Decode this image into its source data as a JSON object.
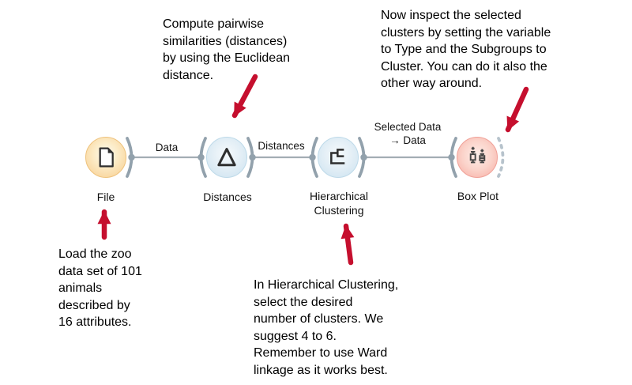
{
  "app": {
    "name": "Orange workflow canvas",
    "background": "#ffffff"
  },
  "colors": {
    "arrow_red": "#c50f2e",
    "port_gray": "#92a1ac",
    "link_gray": "#a3adb4",
    "widget_orange": "#f8cd8d",
    "widget_blue": "#cbe2f0",
    "widget_pink": "#f7aba1",
    "icon_dark": "#2f2f2f",
    "text_black": "#000000"
  },
  "workflow": {
    "widgets": [
      {
        "name": "File",
        "label": "File",
        "icon": "file-icon",
        "color": "orange"
      },
      {
        "name": "Distances",
        "label": "Distances",
        "icon": "delta-icon",
        "color": "blue"
      },
      {
        "name": "Hierarchical Clustering",
        "label": "Hierarchical\nClustering",
        "icon": "dendrogram-icon",
        "color": "blue"
      },
      {
        "name": "Box Plot",
        "label": "Box Plot",
        "icon": "boxplot-icon",
        "color": "pink"
      }
    ],
    "links": [
      {
        "from": "File",
        "to": "Distances",
        "label": "Data"
      },
      {
        "from": "Distances",
        "to": "Hierarchical Clustering",
        "label": "Distances"
      },
      {
        "from": "Hierarchical Clustering",
        "to": "Box Plot",
        "label": "Selected Data\n→ Data"
      }
    ]
  },
  "annotations": {
    "distances_note": {
      "text": "Compute pairwise\nsimilarities (distances)\nby using the Euclidean\ndistance.",
      "arrow_points_to": "Distances"
    },
    "boxplot_note": {
      "text": "Now inspect the selected\nclusters by setting the variable\nto Type and the Subgroups to\nCluster. You can do it also the\nother way around.",
      "arrow_points_to": "Box Plot"
    },
    "file_note": {
      "text": "Load the zoo\ndata set of 101\nanimals\ndescribed by\n16 attributes.",
      "arrow_points_to": "File"
    },
    "clustering_note": {
      "text": "In Hierarchical Clustering,\nselect the desired\nnumber of clusters. We\nsuggest 4 to 6.\nRemember to use Ward\nlinkage as it works best.",
      "arrow_points_to": "Hierarchical Clustering"
    }
  }
}
